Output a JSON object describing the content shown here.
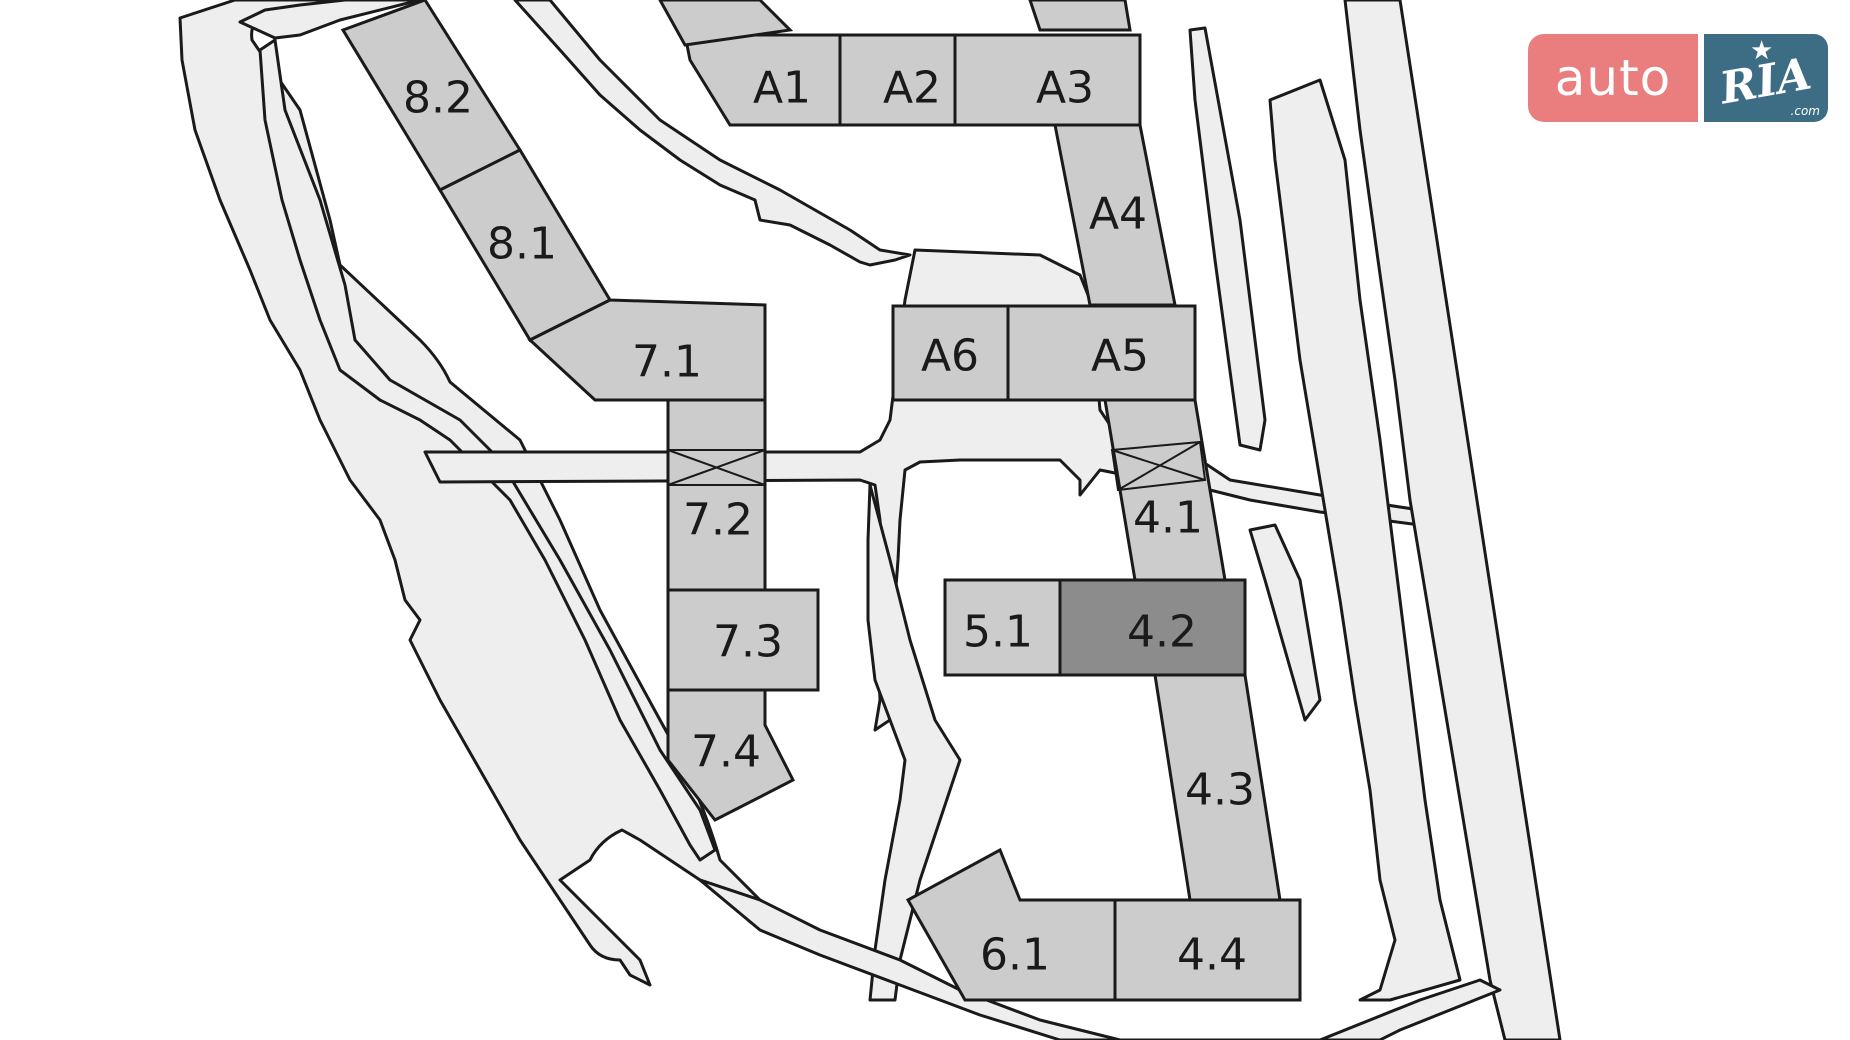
{
  "map": {
    "buildings": [
      {
        "id": "A1",
        "label": "A1"
      },
      {
        "id": "A2",
        "label": "A2"
      },
      {
        "id": "A3",
        "label": "A3"
      },
      {
        "id": "A4",
        "label": "A4"
      },
      {
        "id": "A5",
        "label": "A5"
      },
      {
        "id": "A6",
        "label": "A6"
      },
      {
        "id": "8.2",
        "label": "8.2"
      },
      {
        "id": "8.1",
        "label": "8.1"
      },
      {
        "id": "7.1",
        "label": "7.1"
      },
      {
        "id": "7.2",
        "label": "7.2"
      },
      {
        "id": "7.3",
        "label": "7.3"
      },
      {
        "id": "7.4",
        "label": "7.4"
      },
      {
        "id": "4.1",
        "label": "4.1"
      },
      {
        "id": "4.2",
        "label": "4.2",
        "selected": true
      },
      {
        "id": "4.3",
        "label": "4.3"
      },
      {
        "id": "4.4",
        "label": "4.4"
      },
      {
        "id": "5.1",
        "label": "5.1"
      },
      {
        "id": "6.1",
        "label": "6.1"
      }
    ],
    "colors": {
      "building": "#cccccc",
      "building_selected": "#8c8c8c",
      "road": "#eeeeee",
      "outline": "#1a1a1a"
    }
  },
  "logo": {
    "auto_text": "auto",
    "ria_text": "RIA",
    "com_text": ".com",
    "auto_color": "#ea7d7d",
    "ria_color": "#3d6d85"
  }
}
